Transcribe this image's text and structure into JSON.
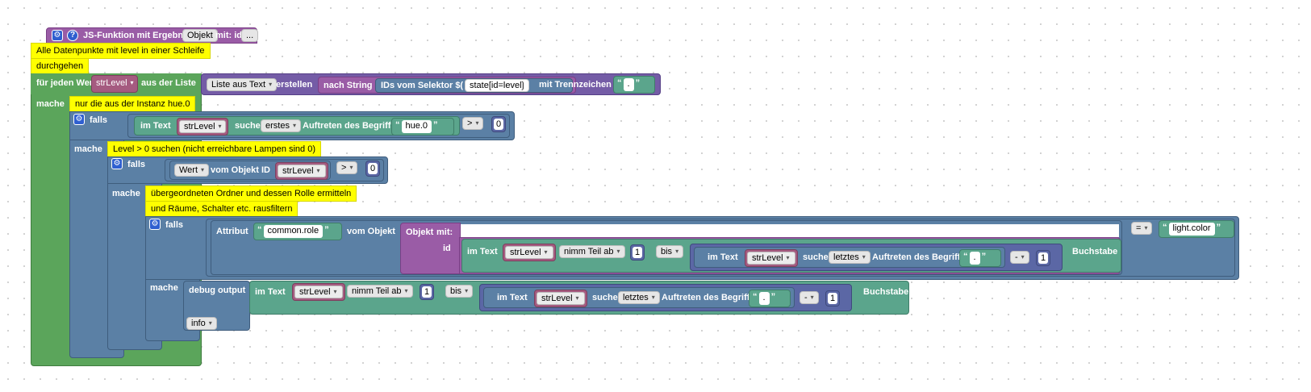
{
  "function_header": {
    "title": "JS-Funktion mit Ergebnis",
    "type_option": "Objekt",
    "suffix": "mit: id",
    "params_button": "..."
  },
  "comments": {
    "c1": "Alle Datenpunkte mit level in einer Schleife",
    "c2": "durchgehen",
    "c3": "nur die aus der Instanz hue.0",
    "c4": "Level > 0 suchen (nicht erreichbare Lampen sind 0)",
    "c5": "übergeordneten Ordner und dessen Rolle ermitteln",
    "c6": "und Räume, Schalter etc. rausfiltern"
  },
  "loop": {
    "label": "für jeden Wert",
    "variable": "strLevel",
    "from_list": "aus der Liste",
    "do_label": "mache",
    "list_block": {
      "mode": "Liste aus Text",
      "create": "erstellen",
      "from_string": "nach String",
      "selector_label": "IDs vom Selektor $(",
      "selector_value": "state[id=level]",
      "selector_close": ")",
      "delimiter_label": "mit Trennzeichen",
      "delimiter_value": "."
    }
  },
  "if1": {
    "label": "falls",
    "do_label": "mache",
    "in_text": "im Text",
    "variable": "strLevel",
    "search": "suche",
    "occurrence": "erstes",
    "occurrence_label": "Auftreten des Begriffs",
    "term": "hue.0",
    "operator": ">",
    "number": "0"
  },
  "if2": {
    "label": "falls",
    "do_label": "mache",
    "property": "Wert",
    "from_object": "vom Objekt ID",
    "variable": "strLevel",
    "operator": ">",
    "number": "0"
  },
  "if3": {
    "label": "falls",
    "do_label": "mache",
    "attribute_label": "Attribut",
    "attribute_value": "common.role",
    "from_object": "vom Objekt",
    "object_label": "Objekt",
    "object_with": "mit:",
    "id_label": "id",
    "operator": "=",
    "compare_value": "light.color",
    "substring": {
      "in_text": "im Text",
      "variable": "strLevel",
      "take_part": "nimm Teil ab",
      "start": "1",
      "to": "bis",
      "inner_in_text": "im Text",
      "inner_variable": "strLevel",
      "inner_search": "suche",
      "inner_occurrence": "letztes",
      "inner_occurrence_label": "Auftreten des Begriffs",
      "inner_term": ".",
      "minus": "-",
      "minus_value": "1",
      "letter": "Buchstabe"
    }
  },
  "debug": {
    "label": "debug output",
    "level": "info",
    "in_text": "im Text",
    "variable": "strLevel",
    "take_part": "nimm Teil ab",
    "start": "1",
    "to": "bis",
    "inner_in_text": "im Text",
    "inner_variable": "strLevel",
    "inner_search": "suche",
    "inner_occurrence": "letztes",
    "inner_occurrence_label": "Auftreten des Begriffs",
    "inner_term": ".",
    "minus": "-",
    "minus_value": "1",
    "letter": "Buchstabe"
  },
  "colors": {
    "function": "#9a5ca6",
    "loop": "#5ba55b",
    "logic": "#5b80a5",
    "text": "#5ba58c",
    "list": "#745ca6",
    "math": "#5b67a5",
    "variable": "#a55b80",
    "comment": "#ffff00"
  }
}
